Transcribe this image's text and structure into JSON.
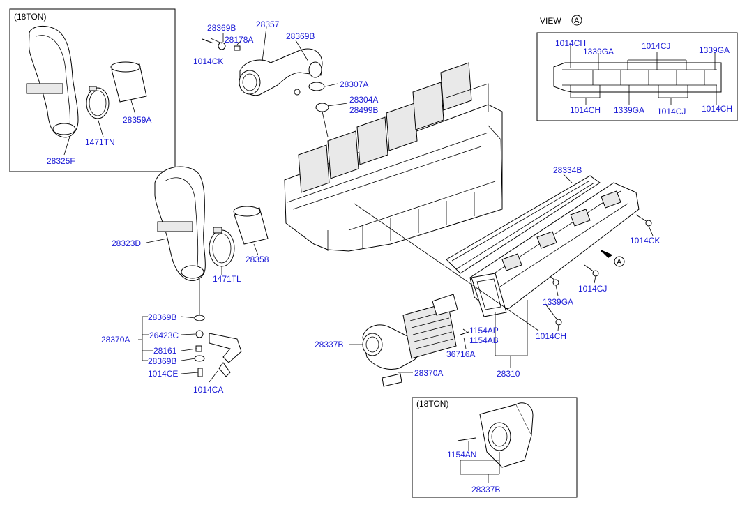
{
  "boxes": {
    "top_left_title": "(18TON)",
    "bottom_title": "(18TON)",
    "view_title": "VIEW",
    "view_marker": "A"
  },
  "arrow_marker": "A",
  "labels": {
    "p28325F": "28325F",
    "p1471TN": "1471TN",
    "p28359A": "28359A",
    "p28369B_a": "28369B",
    "p28178A": "28178A",
    "p1014CK_a": "1014CK",
    "p28357": "28357",
    "p28369B_b": "28369B",
    "p28307A": "28307A",
    "p28304A": "28304A",
    "p28499B": "28499B",
    "p28334B": "28334B",
    "p1014CK_b": "1014CK",
    "p1014CJ": "1014CJ",
    "p1339GA": "1339GA",
    "p1014CH": "1014CH",
    "p1154AP": "1154AP",
    "p1154AB": "1154AB",
    "p36716A": "36716A",
    "p28310": "28310",
    "p28337B": "28337B",
    "p28370A_b": "28370A",
    "p28323D": "28323D",
    "p1471TL": "1471TL",
    "p28358": "28358",
    "p28369B_c": "28369B",
    "p26423C": "26423C",
    "p28370A_a": "28370A",
    "p28161": "28161",
    "p28369B_d": "28369B",
    "p1014CE": "1014CE",
    "p1014CA": "1014CA",
    "p1154AN": "1154AN",
    "p28337B_b": "28337B",
    "v1014CH_a": "1014CH",
    "v1339GA_a": "1339GA",
    "v1014CJ_a": "1014CJ",
    "v1339GA_b": "1339GA",
    "v1014CH_b": "1014CH",
    "v1339GA_c": "1339GA",
    "v1014CJ_b": "1014CJ",
    "v1014CH_c": "1014CH"
  }
}
